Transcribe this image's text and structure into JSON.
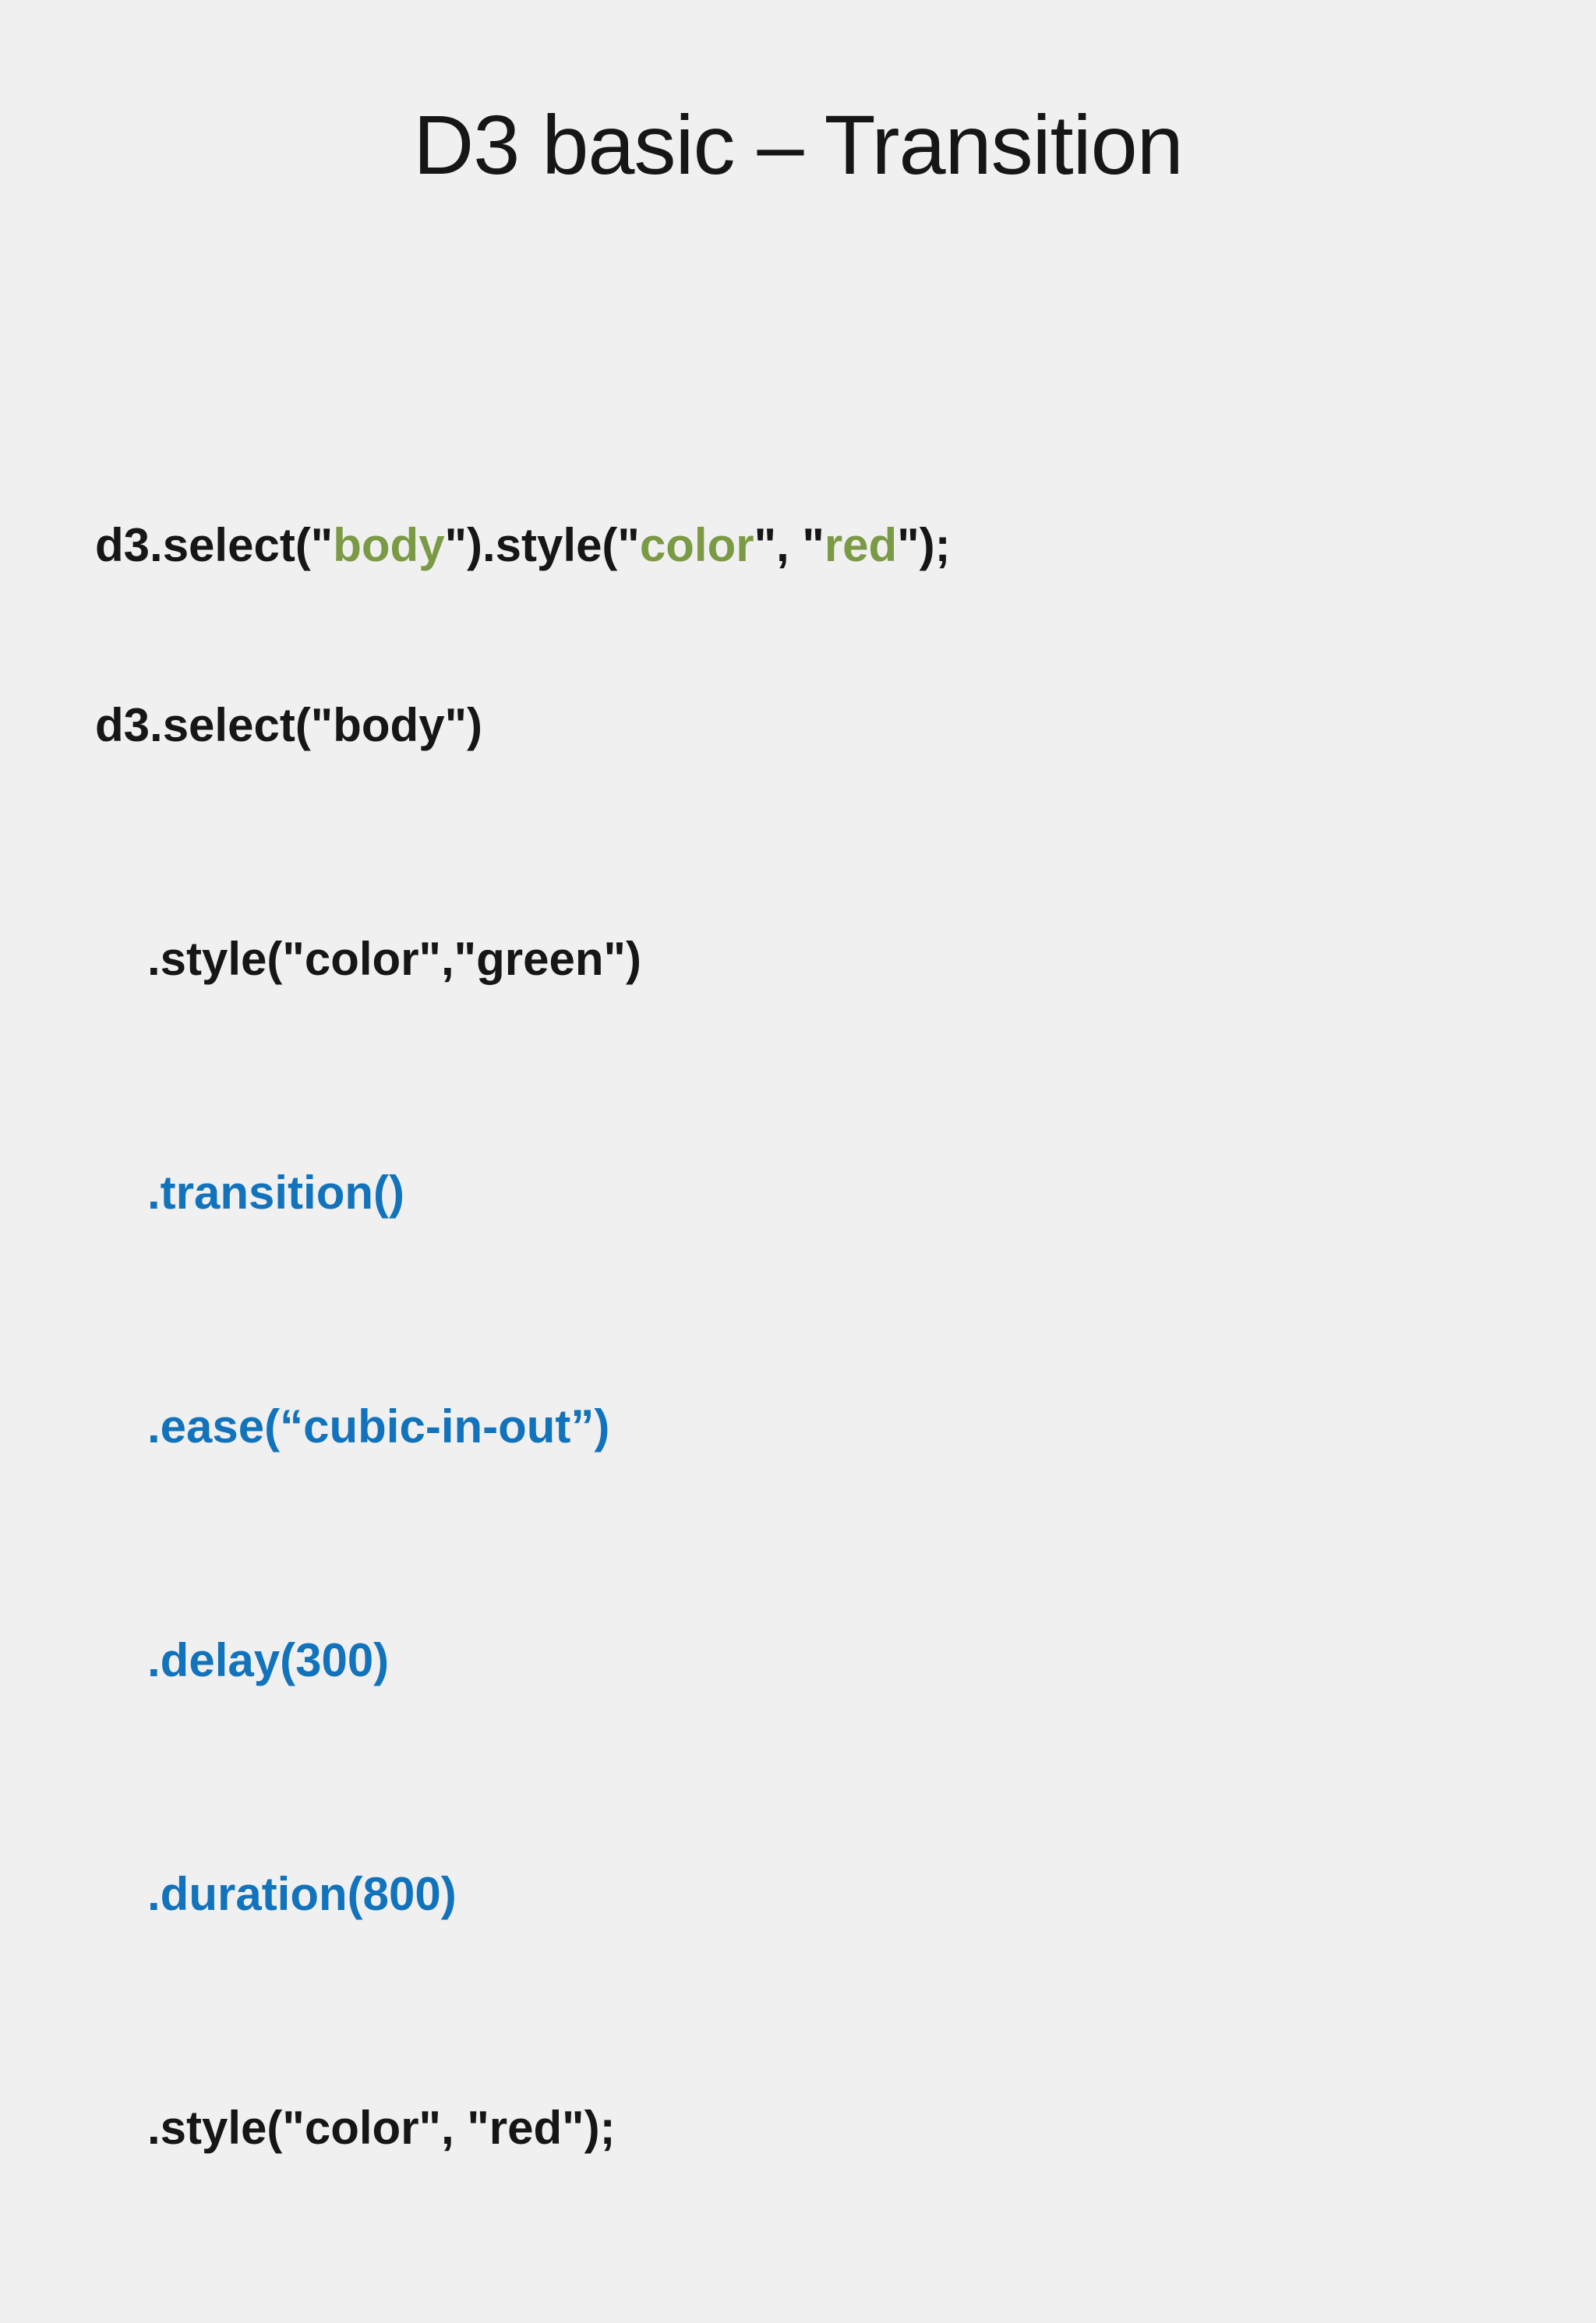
{
  "slide": {
    "title": "D3 basic – Transition",
    "colors": {
      "background": "#f1f0f1",
      "ink": "#161616",
      "green": "#7b9a44",
      "blue": "#1273bd"
    },
    "code_block_1": {
      "segments": [
        {
          "text": "d3.select(\"",
          "color": "black"
        },
        {
          "text": "body",
          "color": "green"
        },
        {
          "text": "\").style(\"",
          "color": "black"
        },
        {
          "text": "color",
          "color": "green"
        },
        {
          "text": "\", \"",
          "color": "black"
        },
        {
          "text": "red",
          "color": "green"
        },
        {
          "text": "\");",
          "color": "black"
        }
      ]
    },
    "code_block_2": {
      "lines": [
        {
          "text": "d3.select(\"body\")",
          "color": "black",
          "indent": false
        },
        {
          "text": ".style(\"color\",\"green\")",
          "color": "black",
          "indent": true
        },
        {
          "text": ".transition()",
          "color": "blue",
          "indent": true
        },
        {
          "text": ".ease(“cubic-in-out”)",
          "color": "blue",
          "indent": true
        },
        {
          "text": ".delay(300)",
          "color": "blue",
          "indent": true
        },
        {
          "text": ".duration(800)",
          "color": "blue",
          "indent": true
        },
        {
          "text": ".style(\"color\", \"red\");",
          "color": "black",
          "indent": true
        }
      ]
    }
  }
}
